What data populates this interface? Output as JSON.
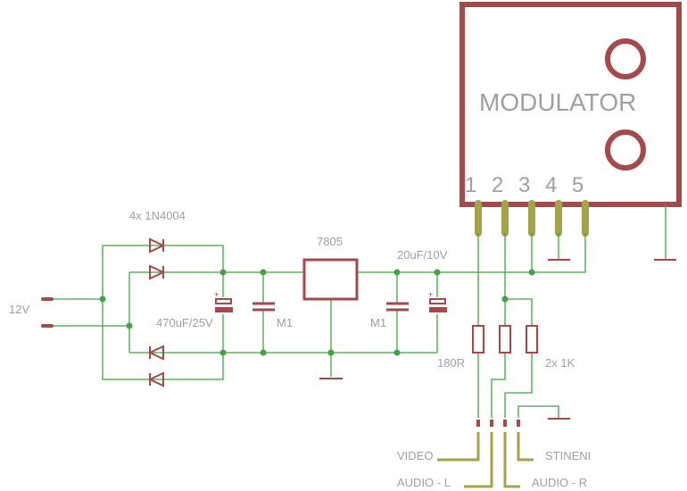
{
  "labels": {
    "modulator": "MODULATOR",
    "pins": [
      "1",
      "2",
      "3",
      "4",
      "5"
    ],
    "diodes": "4x 1N4004",
    "input": "12V",
    "cap_input": "470uF/25V",
    "cap_m1_left": "M1",
    "cap_m1_right": "M1",
    "regulator": "7805",
    "cap_output": "20uF/10V",
    "res_video": "180R",
    "res_audio": "2x 1K",
    "video": "VIDEO",
    "audio_l": "AUDIO - L",
    "audio_r": "AUDIO - R",
    "shield": "STINENI"
  },
  "colors": {
    "wire": "#46a046",
    "component": "#a54a4a",
    "connector": "#a3a34a",
    "text": "#a0a0a0"
  }
}
